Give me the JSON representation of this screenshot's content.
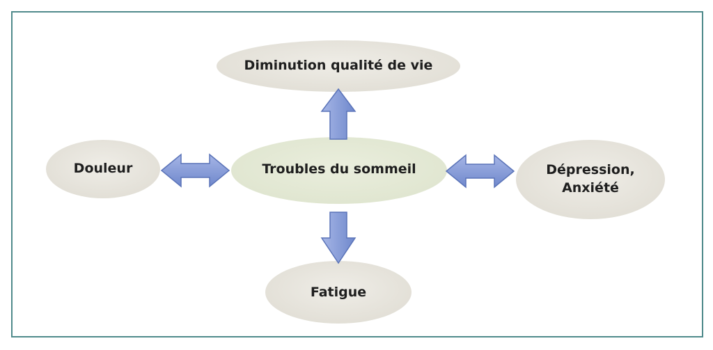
{
  "colors": {
    "frame_border": "#4f8a8b",
    "node_fill": "#e8e6df",
    "node_shadow": "#c9c6bd",
    "arrow_fill": "#7d96d6",
    "arrow_stroke": "#5a73b8"
  },
  "nodes": {
    "top": "Diminution qualité de vie",
    "left": "Douleur",
    "center": "Troubles du sommeil",
    "right": "Dépression,\nAnxiété",
    "bottom": "Fatigue"
  }
}
